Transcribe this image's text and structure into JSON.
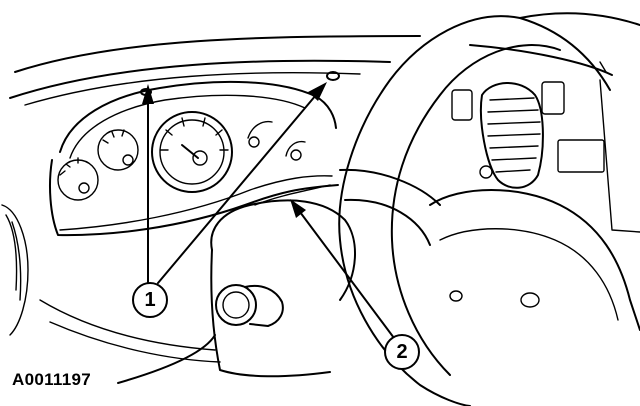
{
  "figure": {
    "id_label": "A0011197"
  },
  "callouts": [
    {
      "number": "1"
    },
    {
      "number": "2"
    }
  ]
}
